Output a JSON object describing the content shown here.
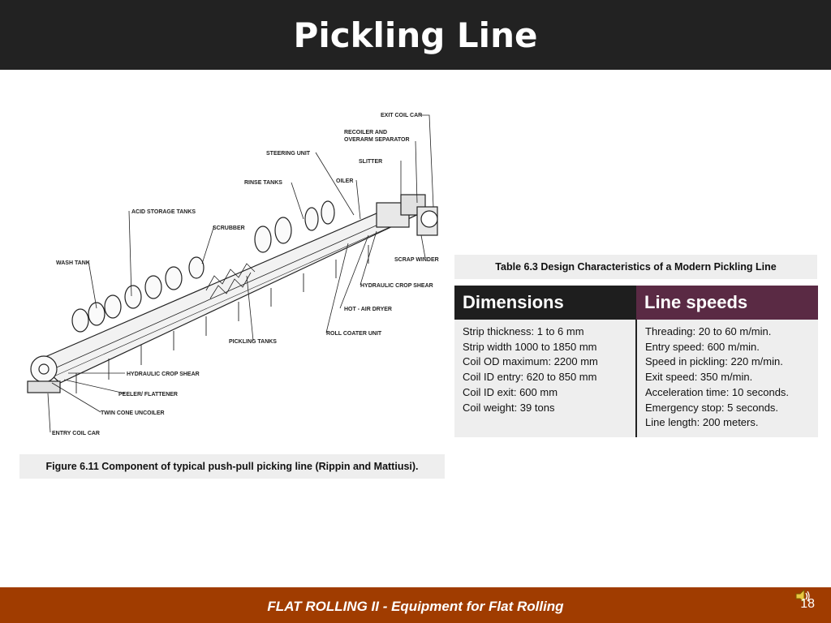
{
  "slide": {
    "title": "Pickling Line",
    "footer": "FLAT ROLLING II - Equipment for Flat Rolling",
    "page_number": "18"
  },
  "figure": {
    "caption": "Figure 6.11 Component of typical push-pull picking line (Rippin and Mattiusi).",
    "labels": {
      "exit_coil_car": "EXIT COIL CAR",
      "recoiler_line1": "RECOILER AND",
      "recoiler_line2": "OVERARM SEPARATOR",
      "steering_unit": "STEERING UNIT",
      "slitter": "SLITTER",
      "rinse_tanks": "RINSE TANKS",
      "oiler": "OILER",
      "acid_storage": "ACID STORAGE TANKS",
      "scrubber": "SCRUBBER",
      "wash_tank": "WASH TANK",
      "scrap_winder": "SCRAP WINDER",
      "hydraulic_crop_shear_exit": "HYDRAULIC CROP SHEAR",
      "hot_air_dryer": "HOT - AIR DRYER",
      "pickling_tanks": "PICKLING TANKS",
      "roll_coater": "ROLL COATER UNIT",
      "hydraulic_crop_shear_entry": "HYDRAULIC CROP SHEAR",
      "peeler": "PEELER/ FLATTENER",
      "twin_cone": "TWIN CONE UNCOILER",
      "entry_coil_car": "ENTRY COIL CAR"
    }
  },
  "table": {
    "caption": "Table 6.3 Design Characteristics of a Modern Pickling Line",
    "headers": [
      "Dimensions",
      "Line speeds"
    ],
    "dimensions": [
      "Strip thickness: 1 to 6 mm",
      "Strip width 1000 to 1850 mm",
      "Coil OD maximum: 2200 mm",
      "Coil ID entry: 620 to 850 mm",
      "Coil ID exit: 600 mm",
      "Coil weight: 39 tons"
    ],
    "line_speeds": [
      "Threading: 20 to 60 m/min.",
      "Entry speed: 600 m/min.",
      "Speed in pickling: 220 m/min.",
      "Exit speed: 350 m/min.",
      "Acceleration time: 10 seconds.",
      "Emergency stop: 5 seconds.",
      "Line length: 200 meters."
    ]
  },
  "colors": {
    "title_bar": "#222222",
    "footer_bar": "#a03c00",
    "header_dimensions": "#1e1e1e",
    "header_line_speeds": "#5a2a44",
    "caption_bg": "#eeeeee"
  },
  "icons": {
    "audio": "speaker-icon"
  }
}
